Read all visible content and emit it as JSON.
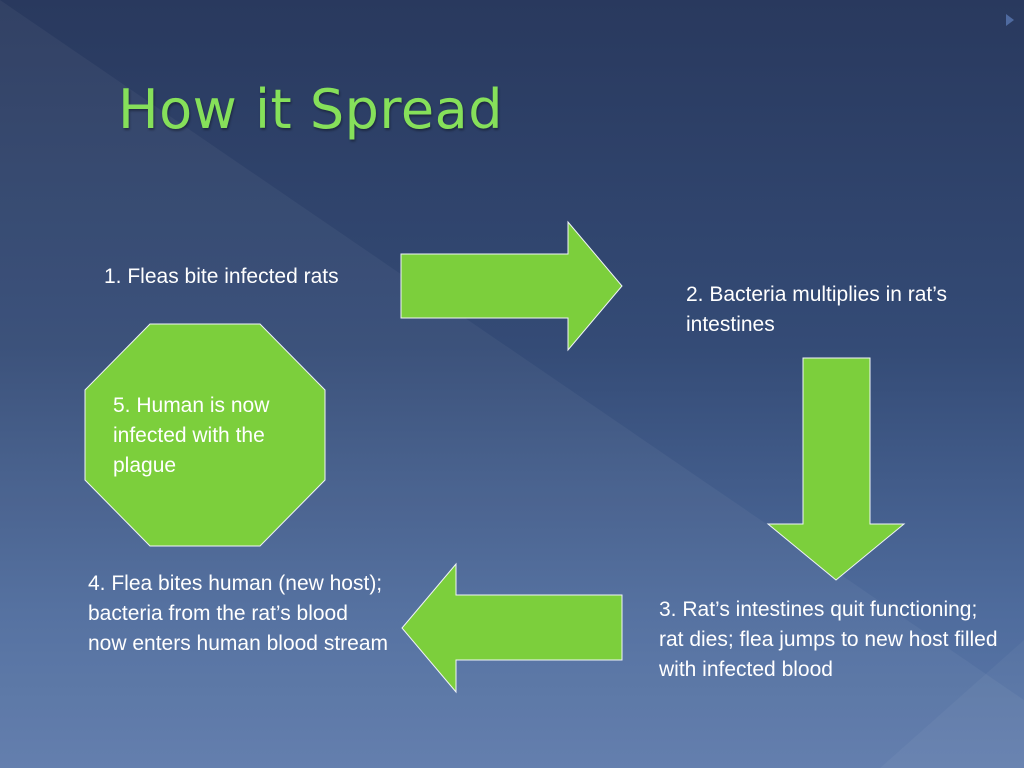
{
  "slide": {
    "title": "How it Spread",
    "accent_color": "#7ccf3c",
    "steps": [
      "1. Fleas bite infected rats",
      "2. Bacteria multiplies in rat’s intestines",
      "3. Rat’s intestines quit functioning; rat dies; flea jumps to new host filled with infected blood",
      "4. Flea bites human (new host); bacteria from the rat’s blood now enters human blood stream",
      "5. Human is now infected with the plague"
    ]
  },
  "shapes": {
    "arrows": [
      "right-arrow",
      "down-arrow",
      "left-arrow"
    ],
    "octagon": "octagon-shape"
  }
}
